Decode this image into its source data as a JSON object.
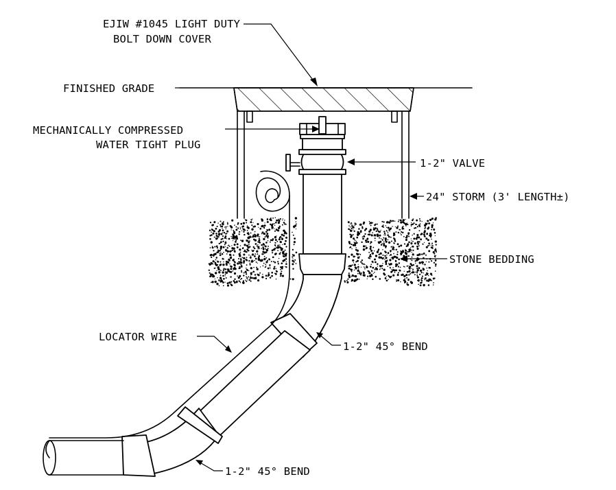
{
  "labels": {
    "cover_line1": "EJIW #1045 LIGHT DUTY",
    "cover_line2": "BOLT DOWN COVER",
    "finished_grade": "FINISHED GRADE",
    "plug_line1": "MECHANICALLY COMPRESSED",
    "plug_line2": "WATER TIGHT PLUG",
    "valve": "1-2\" VALVE",
    "storm": "24\" STORM (3' LENGTH±)",
    "stone_bedding": "STONE BEDDING",
    "locator_wire": "LOCATOR WIRE",
    "bend_upper": "1-2\" 45° BEND",
    "bend_lower": "1-2\" 45° BEND"
  },
  "colors": {
    "ink": "#000000",
    "paper": "#ffffff"
  }
}
